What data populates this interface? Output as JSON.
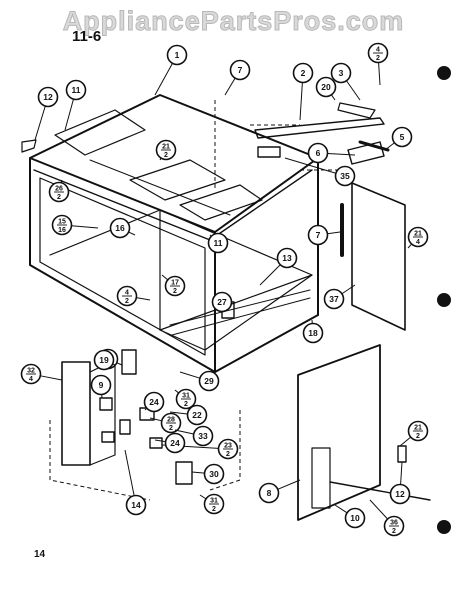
{
  "watermark": "AppliancePartsPros.com",
  "diagram_code": "11-6",
  "page_number": "14",
  "callouts": [
    {
      "id": "c1",
      "label": "1"
    },
    {
      "id": "c2",
      "label": "2"
    },
    {
      "id": "c3",
      "label": "3"
    },
    {
      "id": "c4a",
      "label": "4",
      "sub": "2"
    },
    {
      "id": "c5",
      "label": "5"
    },
    {
      "id": "c6",
      "label": "6"
    },
    {
      "id": "c7a",
      "label": "7"
    },
    {
      "id": "c7b",
      "label": "7"
    },
    {
      "id": "c8",
      "label": "8"
    },
    {
      "id": "c9",
      "label": "9"
    },
    {
      "id": "c10",
      "label": "10"
    },
    {
      "id": "c11a",
      "label": "11"
    },
    {
      "id": "c11b",
      "label": "11"
    },
    {
      "id": "c12a",
      "label": "12"
    },
    {
      "id": "c12b",
      "label": "12"
    },
    {
      "id": "c13",
      "label": "13"
    },
    {
      "id": "c14",
      "label": "14"
    },
    {
      "id": "c15",
      "label": "15",
      "sub": "16"
    },
    {
      "id": "c16",
      "label": "16"
    },
    {
      "id": "c17",
      "label": "17",
      "sub": "2"
    },
    {
      "id": "c18a",
      "label": "18"
    },
    {
      "id": "c18b",
      "label": "18"
    },
    {
      "id": "c19",
      "label": "19"
    },
    {
      "id": "c20",
      "label": "20"
    },
    {
      "id": "c21a",
      "label": "21",
      "sub": "2"
    },
    {
      "id": "c21b",
      "label": "21",
      "sub": "4"
    },
    {
      "id": "c21c",
      "label": "21",
      "sub": "2"
    },
    {
      "id": "c22",
      "label": "22"
    },
    {
      "id": "c23",
      "label": "23",
      "sub": "2"
    },
    {
      "id": "c24a",
      "label": "24"
    },
    {
      "id": "c24b",
      "label": "24"
    },
    {
      "id": "c26",
      "label": "26",
      "sub": "2"
    },
    {
      "id": "c27",
      "label": "27"
    },
    {
      "id": "c28",
      "label": "28",
      "sub": "2"
    },
    {
      "id": "c29",
      "label": "29"
    },
    {
      "id": "c30",
      "label": "30"
    },
    {
      "id": "c31a",
      "label": "31",
      "sub": "2"
    },
    {
      "id": "c31b",
      "label": "31",
      "sub": "2"
    },
    {
      "id": "c32",
      "label": "32",
      "sub": "4"
    },
    {
      "id": "c33",
      "label": "33"
    },
    {
      "id": "c35",
      "label": "35"
    },
    {
      "id": "c36",
      "label": "36",
      "sub": "2"
    },
    {
      "id": "c37",
      "label": "37"
    },
    {
      "id": "c4b",
      "label": "4",
      "sub": "2"
    }
  ]
}
